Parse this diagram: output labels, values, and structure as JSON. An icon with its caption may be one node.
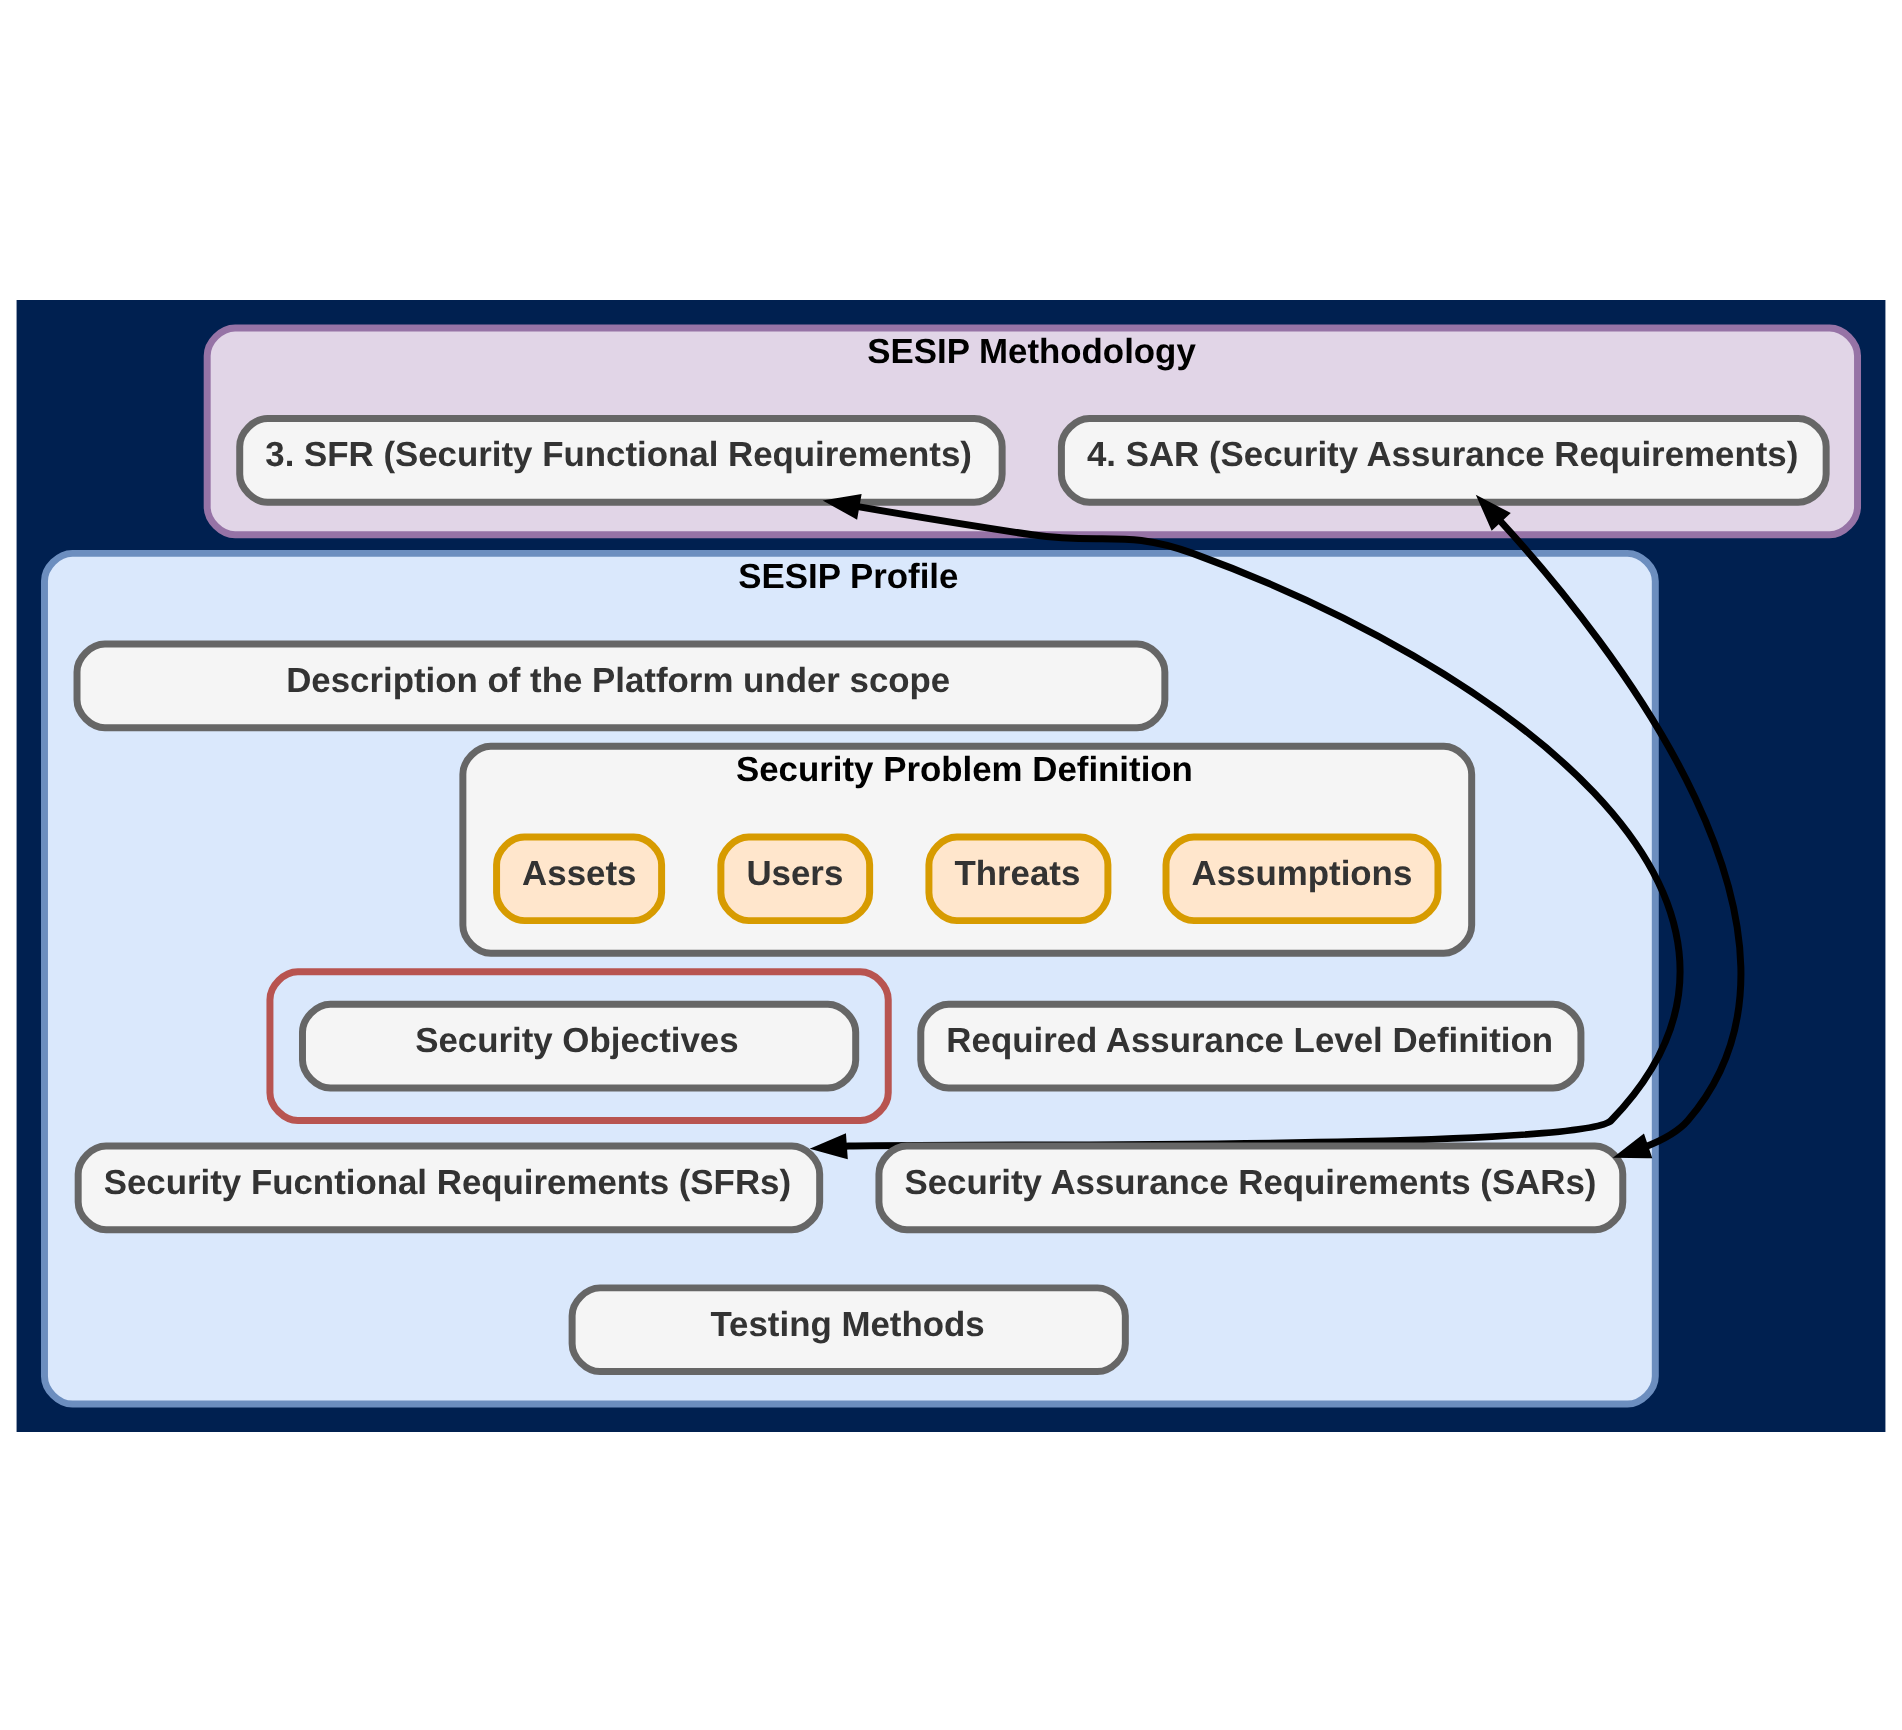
{
  "diagram": {
    "nodes": [
      {
        "text": [
          "SESIP Methodology"
        ]
      },
      {
        "text": [
          "3. SFR (Security Functional Requirements)"
        ],
        "in": 0
      },
      {
        "text": [
          "4. SAR (Security Assurance Requirements)"
        ],
        "in": 0
      },
      {
        "text": [
          "SESIP Profile"
        ]
      },
      {
        "text": [
          "Description of the Platform under scope"
        ],
        "in": 3
      },
      {
        "text": [
          "Security Problem Definition"
        ],
        "in": 3
      },
      {
        "text": [
          "Assets"
        ],
        "in": 5
      },
      {
        "text": [
          "Users"
        ],
        "in": 5
      },
      {
        "text": [
          "Threats"
        ],
        "in": 5
      },
      {
        "text": [
          "Assumptions"
        ],
        "in": 5
      },
      {
        "text": [],
        "shape": "box",
        "in": 3
      },
      {
        "text": [
          "Security Objectives"
        ],
        "in": 10
      },
      {
        "text": [
          "Required Assurance Level Definition"
        ],
        "in": 3
      },
      {
        "text": [
          "Security Fucntional Requirements (SFRs)"
        ],
        "in": 3
      },
      {
        "text": [
          "Security Assurance Requirements (SARs)"
        ],
        "in": 3
      },
      {
        "text": [
          "Testing Methods"
        ],
        "in": 3
      }
    ],
    "edges": [
      {
        "from": 1,
        "to": 13,
        "arrow": "both"
      },
      {
        "from": 2,
        "to": 14,
        "arrow": "both"
      }
    ]
  }
}
